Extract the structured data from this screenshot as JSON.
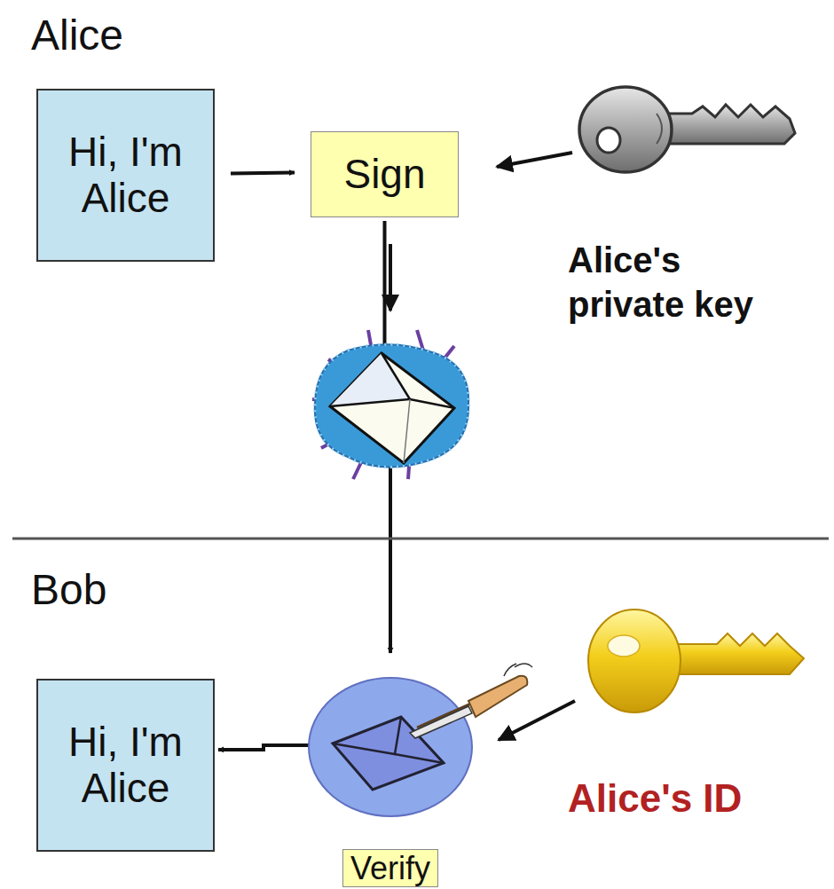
{
  "diagram": {
    "nodes": [
      {
        "text": [
          "Hi, I'm Alice"
        ]
      },
      {
        "text": [
          "Sign"
        ]
      },
      {
        "text": [
          "Hi, I'm Alice"
        ]
      },
      {
        "text": [
          "Verify"
        ]
      }
    ],
    "edges": [
      {
        "from": 0,
        "to": 1,
        "arrow": "to"
      },
      {
        "from": 1,
        "to": 3,
        "arrow": "to"
      },
      {
        "from": 3,
        "to": 2,
        "arrow": "to"
      }
    ],
    "labels": [
      "Alice",
      "Alice's private key",
      "Bob",
      "Alice's ID"
    ]
  }
}
